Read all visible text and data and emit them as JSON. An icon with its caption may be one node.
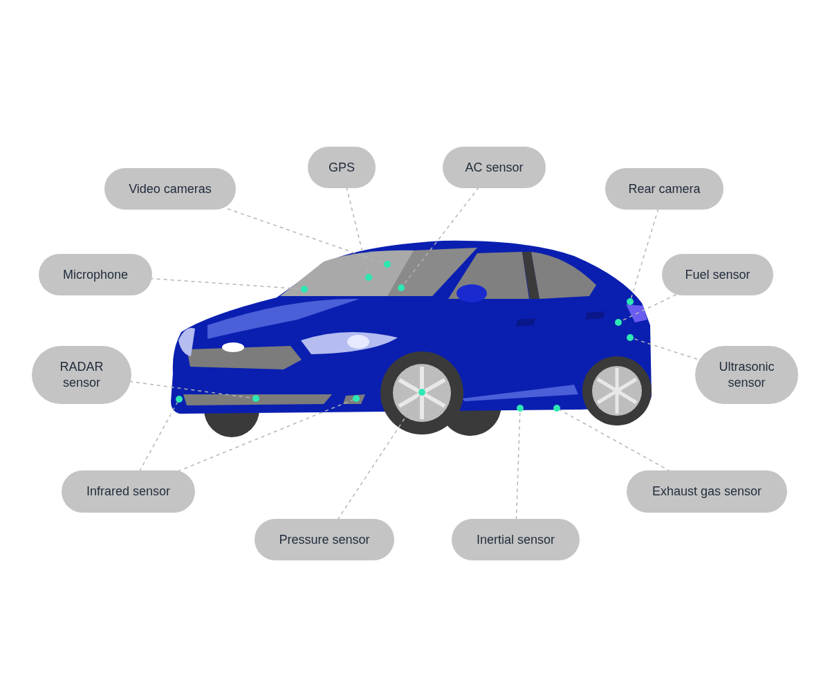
{
  "diagram": {
    "nodes": [
      {
        "text": [
          "GPS"
        ]
      },
      {
        "text": [
          "AC sensor"
        ]
      },
      {
        "text": [
          "Video cameras"
        ]
      },
      {
        "text": [
          "Rear camera"
        ]
      },
      {
        "text": [
          "Microphone"
        ]
      },
      {
        "text": [
          "Fuel sensor"
        ]
      },
      {
        "text": [
          "RADAR sensor"
        ]
      },
      {
        "text": [
          "Ultrasonic sensor"
        ]
      },
      {
        "text": [
          "Infrared sensor"
        ]
      },
      {
        "text": [
          "Exhaust gas sensor"
        ]
      },
      {
        "text": [
          "Pressure sensor"
        ]
      },
      {
        "text": [
          "Inertial sensor"
        ]
      },
      {
        "text": [],
        "shape": "circle"
      },
      {
        "text": [],
        "shape": "circle"
      },
      {
        "text": [],
        "shape": "circle"
      },
      {
        "text": [],
        "shape": "circle"
      },
      {
        "text": [],
        "shape": "circle"
      },
      {
        "text": [],
        "shape": "circle"
      },
      {
        "text": [],
        "shape": "circle"
      },
      {
        "text": [],
        "shape": "circle"
      },
      {
        "text": [],
        "shape": "circle"
      },
      {
        "text": [],
        "shape": "circle"
      },
      {
        "text": [],
        "shape": "circle"
      },
      {
        "text": [],
        "shape": "circle"
      },
      {
        "text": [],
        "shape": "circle"
      }
    ],
    "edges": [
      {
        "from": 0,
        "to": 16,
        "arrow": "none",
        "style": "dashed"
      },
      {
        "from": 1,
        "to": 18,
        "arrow": "none",
        "style": "dashed"
      },
      {
        "from": 2,
        "to": 17,
        "arrow": "none",
        "style": "dashed"
      },
      {
        "from": 3,
        "to": 23,
        "arrow": "none",
        "style": "dashed"
      },
      {
        "from": 4,
        "to": 14,
        "arrow": "none",
        "style": "dashed"
      },
      {
        "from": 5,
        "to": 22,
        "arrow": "none",
        "style": "dashed"
      },
      {
        "from": 6,
        "to": 13,
        "arrow": "none",
        "style": "dashed"
      },
      {
        "from": 7,
        "to": 24,
        "arrow": "none",
        "style": "dashed"
      },
      {
        "from": 8,
        "to": 12,
        "arrow": "none",
        "style": "dashed"
      },
      {
        "from": 8,
        "to": 15,
        "arrow": "none",
        "style": "dashed"
      },
      {
        "from": 9,
        "to": 21,
        "arrow": "none",
        "style": "dashed"
      },
      {
        "from": 10,
        "to": 19,
        "arrow": "none",
        "style": "dashed"
      },
      {
        "from": 11,
        "to": 20,
        "arrow": "none",
        "style": "dashed"
      }
    ]
  }
}
